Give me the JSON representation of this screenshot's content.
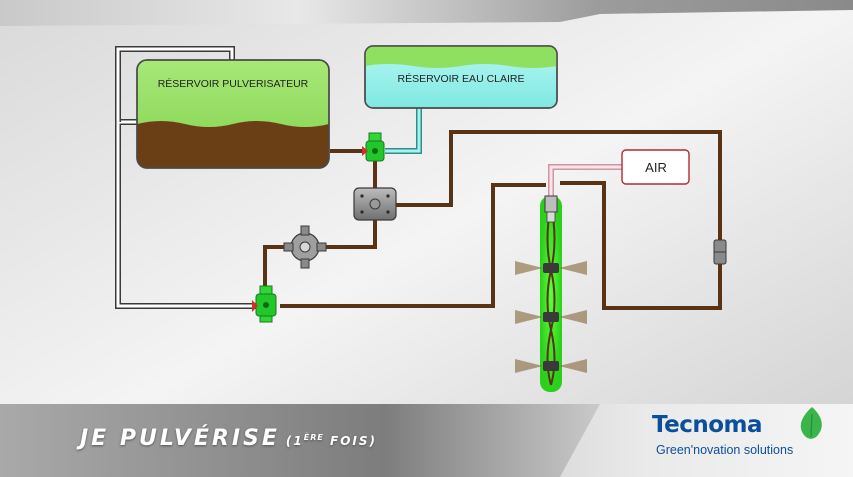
{
  "diagram": {
    "tanks": {
      "sprayer": "RÉSERVOIR PULVERISATEUR",
      "clear_water": "RÉSERVOIR EAU CLAIRE"
    },
    "air_label": "AIR"
  },
  "footer": {
    "caption_main": "JE PULVÉRISE",
    "caption_paren_open": "(1",
    "caption_sup": "ÈRE",
    "caption_paren_close": " FOIS)",
    "brand_name": "Tecnoma",
    "brand_tagline": "Green'novation solutions"
  },
  "colors": {
    "pipe": "#5a3214",
    "tank_green": "#9ce06a",
    "tank_liquid": "#6b3f16",
    "clear_water": "#9af0ec",
    "valve": "#22c72a",
    "brand_blue": "#0b4f9c",
    "brand_leaf": "#3bb54a"
  }
}
